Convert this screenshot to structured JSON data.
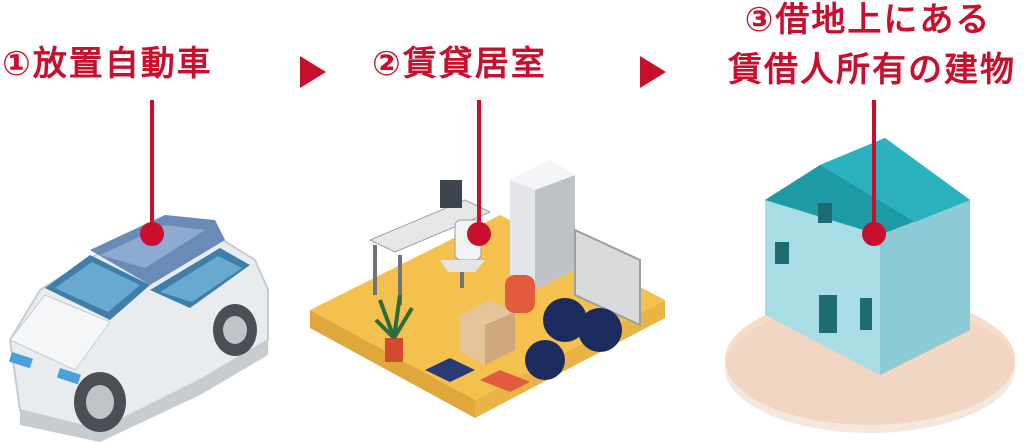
{
  "steps": [
    {
      "label": "①放置自動車"
    },
    {
      "label": "②賃貸居室"
    },
    {
      "label_line1": "③借地上にある",
      "label_line2": "賃借人所有の建物"
    }
  ],
  "colors": {
    "accent": "#c8102e",
    "floor": "#f4c04e",
    "house_wall": "#a9dde6",
    "house_roof": "#1e9aa6",
    "ground": "#f6dcc9"
  }
}
